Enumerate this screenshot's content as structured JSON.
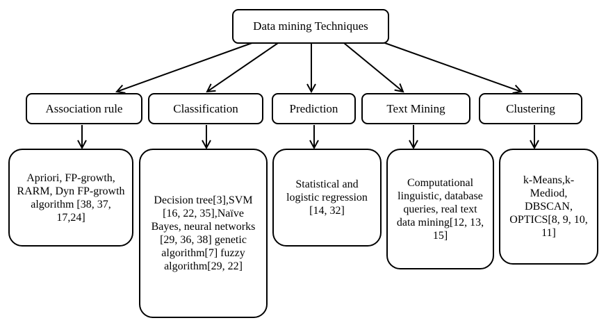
{
  "root": {
    "label": "Data mining Techniques"
  },
  "techniques": [
    {
      "label": "Association rule",
      "details": "Apriori, FP-growth, RARM, Dyn FP-growth algorithm [38, 37, 17,24]"
    },
    {
      "label": "Classification",
      "details": "Decision tree[3],SVM [16, 22, 35],Naïve Bayes, neural networks [29, 36, 38] genetic algorithm[7] fuzzy algorithm[29, 22]"
    },
    {
      "label": "Prediction",
      "details": "Statistical and logistic regression [14, 32]"
    },
    {
      "label": "Text Mining",
      "details": "Computational linguistic, database queries, real text data mining[12, 13, 15]"
    },
    {
      "label": "Clustering",
      "details": "k-Means,k-Mediod, DBSCAN, OPTICS[8, 9, 10, 11]"
    }
  ],
  "colors": {
    "stroke": "#000000",
    "background": "#ffffff"
  }
}
